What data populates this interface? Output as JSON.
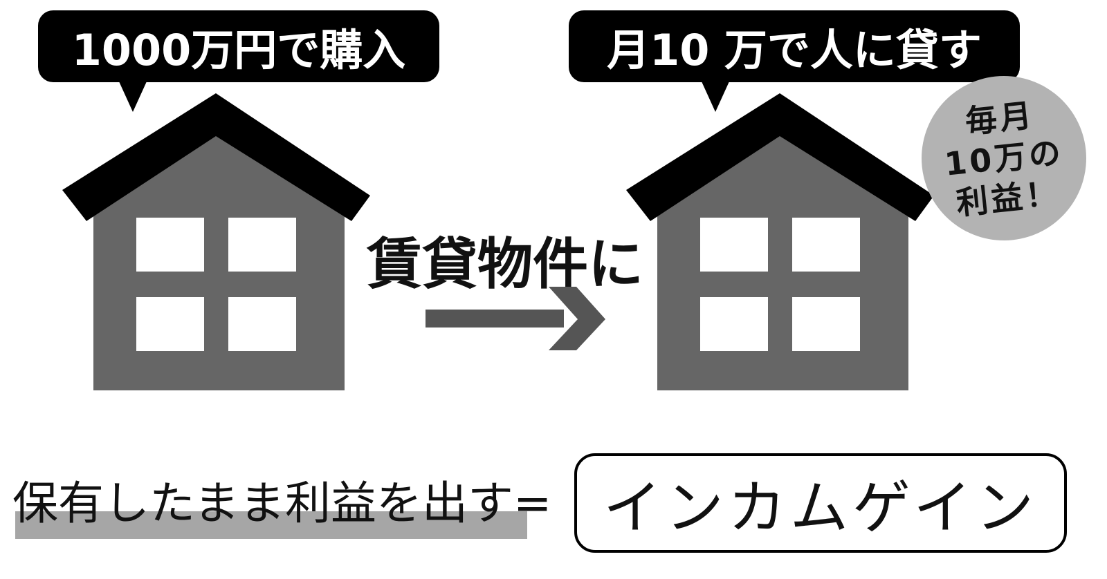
{
  "left_bubble": {
    "text": "1000万円で購入"
  },
  "right_bubble": {
    "text": "月10 万で人に貸す"
  },
  "badge": {
    "lines": [
      "毎月",
      "10万の",
      "利益！"
    ]
  },
  "middle_label": "賃貸物件に",
  "bottom": {
    "statement": "保有したまま利益を出す=",
    "result": "インカムゲイン"
  },
  "colors": {
    "house_body": "#666666",
    "roof": "#000000",
    "window": "#ffffff",
    "arrow": "#555555",
    "badge": "#b3b3b3",
    "highlight": "#a6a6a6"
  },
  "icons": {
    "left_house": "house-icon",
    "right_house": "house-icon",
    "arrow": "arrow-right-icon"
  }
}
